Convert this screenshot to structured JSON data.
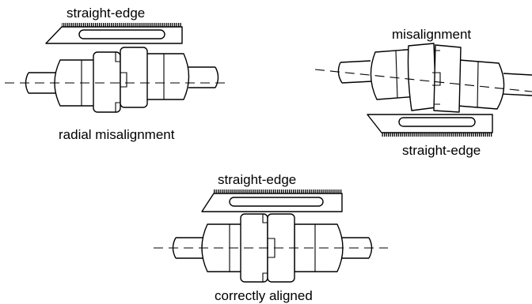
{
  "labels": {
    "top_left_straight_edge": "straight-edge",
    "radial_misalignment": "radial misalignment",
    "misalignment": "misalignment",
    "right_straight_edge": "straight-edge",
    "bottom_straight_edge": "straight-edge",
    "correctly_aligned": "correctly aligned"
  }
}
